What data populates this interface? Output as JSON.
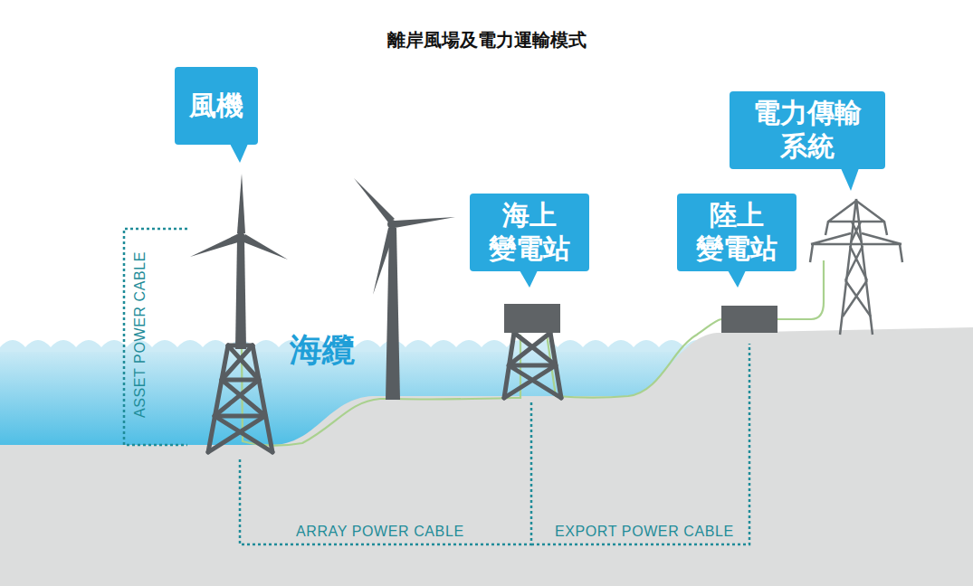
{
  "diagram": {
    "title": "離岸風場及電力運輸模式",
    "nodes": [
      {
        "text": [
          "風機"
        ]
      },
      {
        "text": [
          "電力傳輸 系統"
        ]
      },
      {
        "text": [
          "海上 變電站"
        ]
      },
      {
        "text": [
          "陸上 變電站"
        ]
      }
    ],
    "labels": [
      "海纜",
      "ASSET POWER CABLE",
      "ARRAY POWER CABLE",
      "EXPORT POWER CABLE"
    ]
  }
}
